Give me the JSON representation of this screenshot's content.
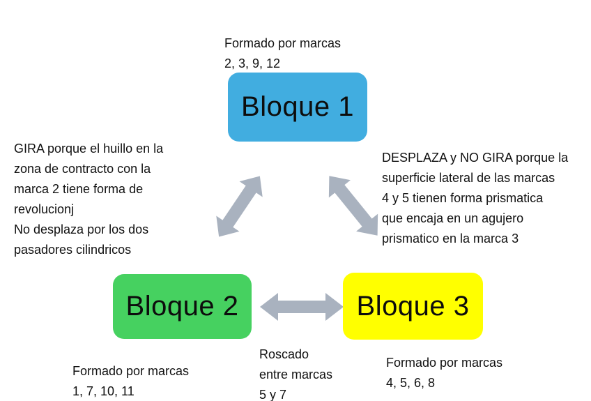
{
  "colors": {
    "background": "#ffffff",
    "text": "#111111",
    "arrow": "#a9b2bf",
    "block1-bg": "#41ade0",
    "block2-bg": "#46d160",
    "block3-bg": "#ffff00"
  },
  "blocks": [
    {
      "label": "Bloque 1",
      "formed_by": "Formado por marcas\n2, 3, 9, 12"
    },
    {
      "label": "Bloque 2",
      "formed_by": "Formado por marcas\n1, 7, 10, 11"
    },
    {
      "label": "Bloque 3",
      "formed_by": "Formado por marcas\n4, 5, 6, 8"
    }
  ],
  "notes": {
    "bloque2_motion": "GIRA porque el huillo en la\nzona de contracto con la\nmarca 2 tiene forma de\nrevolucionj\nNo desplaza por los dos\npasadores cilindricos",
    "bloque3_motion": "DESPLAZA y NO GIRA porque la\nsuperficie lateral de las marcas\n4 y 5 tienen forma prismatica\nque encaja en un agujero\nprismatico en la marca 3",
    "union_2_3": "Roscado\nentre marcas\n5 y 7"
  }
}
